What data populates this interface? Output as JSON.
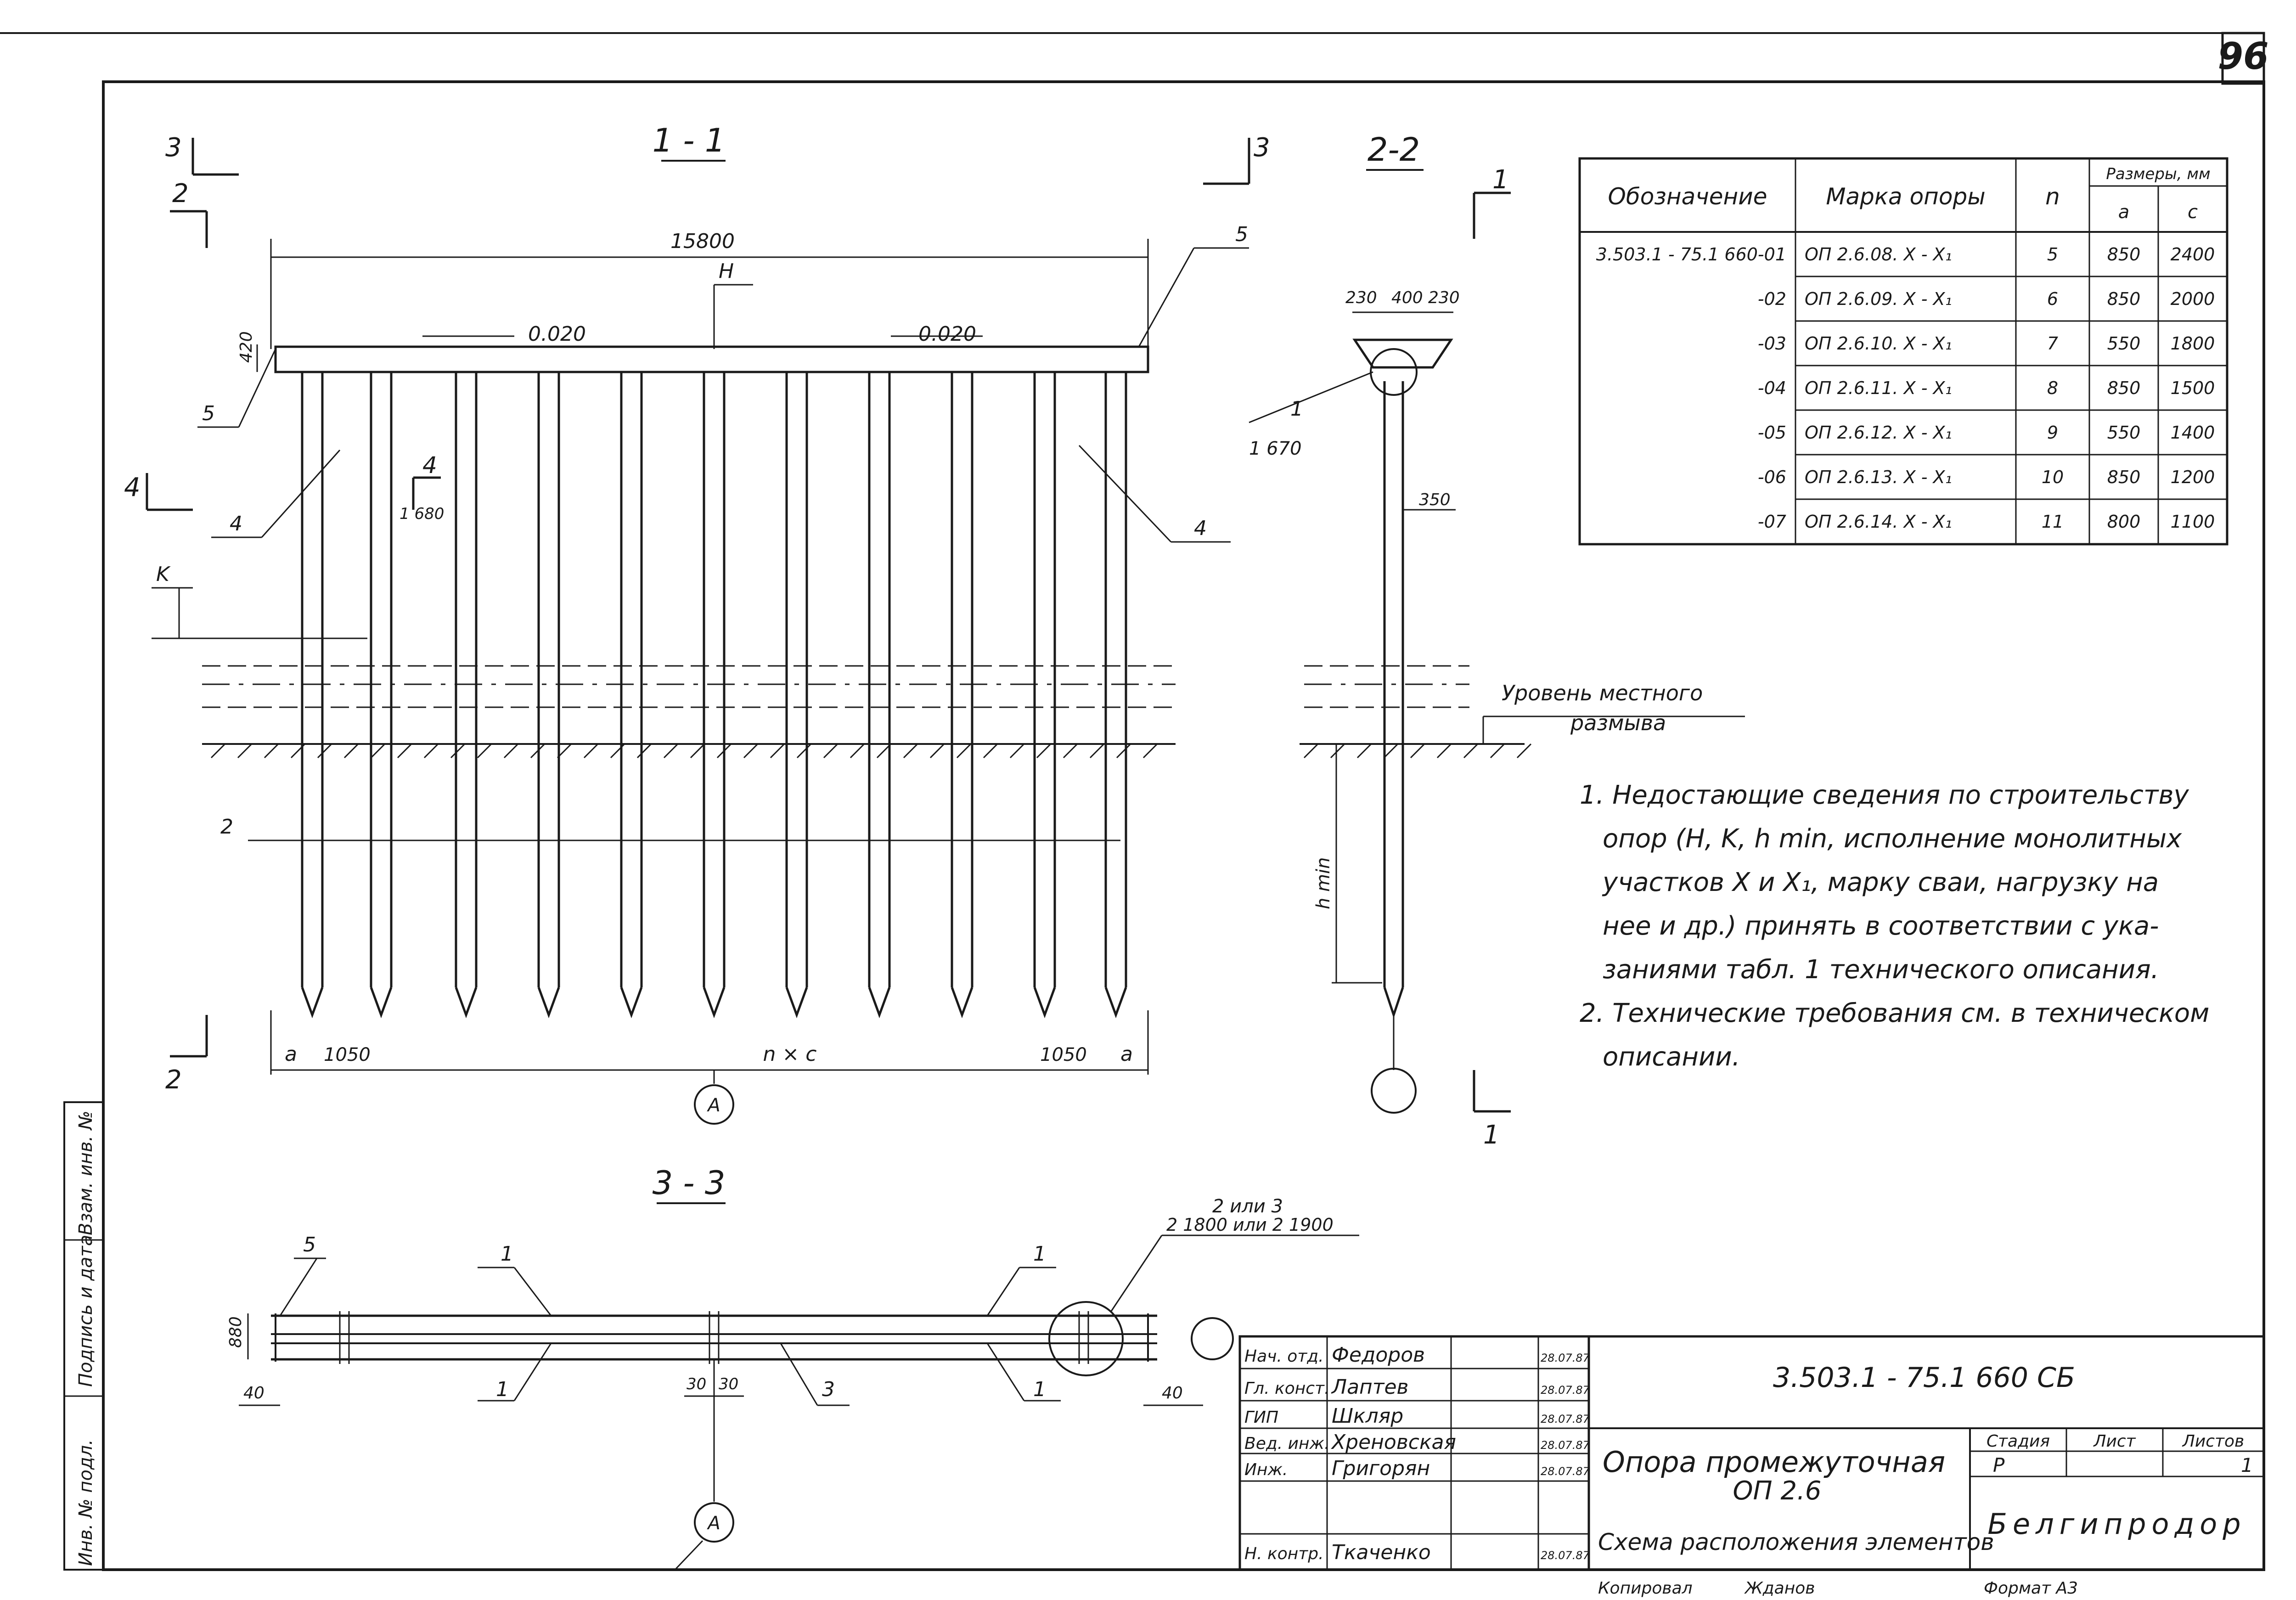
{
  "sheet_number": "96",
  "section_1_1": {
    "title": "1 - 1",
    "overall_length": "15800",
    "height_dim": "420",
    "slope_left": "0.020",
    "slope_right": "0.020",
    "mark_h": "H",
    "mark_k": "K",
    "callout_5": "5",
    "callout_4": "4",
    "callout_2": "2",
    "end_a": "a",
    "end_dim": "1050",
    "span_n_c": "n × c",
    "axis_label": "A",
    "cut3": "3",
    "cut2": "2",
    "cut4": "4",
    "cut4_ref": "1 680"
  },
  "section_2_2": {
    "title": "2-2",
    "dim_230_l": "230",
    "dim_400": "400",
    "dim_230_r": "230",
    "callout_1": "1",
    "callout_1_ref": "1 670",
    "pile_size": "350",
    "scour_line1": "Уровень местного",
    "scour_line2": "размыва",
    "h_min": "h min",
    "cut1": "1"
  },
  "section_3_3": {
    "title": "3 - 3",
    "width": "880",
    "callout_5": "5",
    "callout_1": "1",
    "callout_3": "3",
    "edge_40": "40",
    "gap_30": "30",
    "node_ref1": "2 или 3",
    "node_ref2": "2 1800 или 2 1900",
    "axis_label": "A"
  },
  "table": {
    "headers": [
      "Обозначение",
      "Марка опоры",
      "n",
      "Размеры, мм",
      "a",
      "c"
    ],
    "rows": [
      [
        "3.503.1 - 75.1 660-01",
        "ОП 2.6.08. X - X₁",
        "5",
        "850",
        "2400"
      ],
      [
        "-02",
        "ОП 2.6.09. X - X₁",
        "6",
        "850",
        "2000"
      ],
      [
        "-03",
        "ОП 2.6.10. X - X₁",
        "7",
        "550",
        "1800"
      ],
      [
        "-04",
        "ОП 2.6.11. X - X₁",
        "8",
        "850",
        "1500"
      ],
      [
        "-05",
        "ОП 2.6.12. X - X₁",
        "9",
        "550",
        "1400"
      ],
      [
        "-06",
        "ОП 2.6.13. X - X₁",
        "10",
        "850",
        "1200"
      ],
      [
        "-07",
        "ОП 2.6.14. X - X₁",
        "11",
        "800",
        "1100"
      ]
    ]
  },
  "notes": [
    "1. Недостающие сведения по строительству",
    "опор (H, K, h min, исполнение монолитных",
    "участков X и X₁, марку сваи, нагрузку на",
    "нее и др.) принять в соответствии с ука-",
    "заниями табл. 1 технического описания.",
    "2. Технические требования см. в техническом",
    "описании."
  ],
  "side_stamp": [
    "Инв. № подл.",
    "Подпись и дата",
    "Взам. инв. №"
  ],
  "title_block": {
    "code": "3.503.1 - 75.1 660 СБ",
    "title1": "Опора промежуточная",
    "title2": "ОП 2.6",
    "subtitle": "Схема расположения элементов",
    "stage_h": "Стадия",
    "sheet_h": "Лист",
    "sheets_h": "Листов",
    "stage": "Р",
    "sheets": "1",
    "org": "Белгипродор",
    "copied": "Копировал",
    "copied_by": "Жданов",
    "format": "Формат А3",
    "people": [
      [
        "Нач. отд.",
        "Федоров",
        "28.07.87"
      ],
      [
        "Гл. конст.",
        "Лаптев",
        "28.07.87"
      ],
      [
        "ГИП",
        "Шкляр",
        "28.07.87"
      ],
      [
        "Вед. инж.",
        "Хреновская",
        "28.07.87"
      ],
      [
        "Инж.",
        "Григорян",
        "28.07.87"
      ],
      [
        "",
        "",
        ""
      ],
      [
        "Н. контр.",
        "Ткаченко",
        "28.07.87"
      ]
    ]
  }
}
